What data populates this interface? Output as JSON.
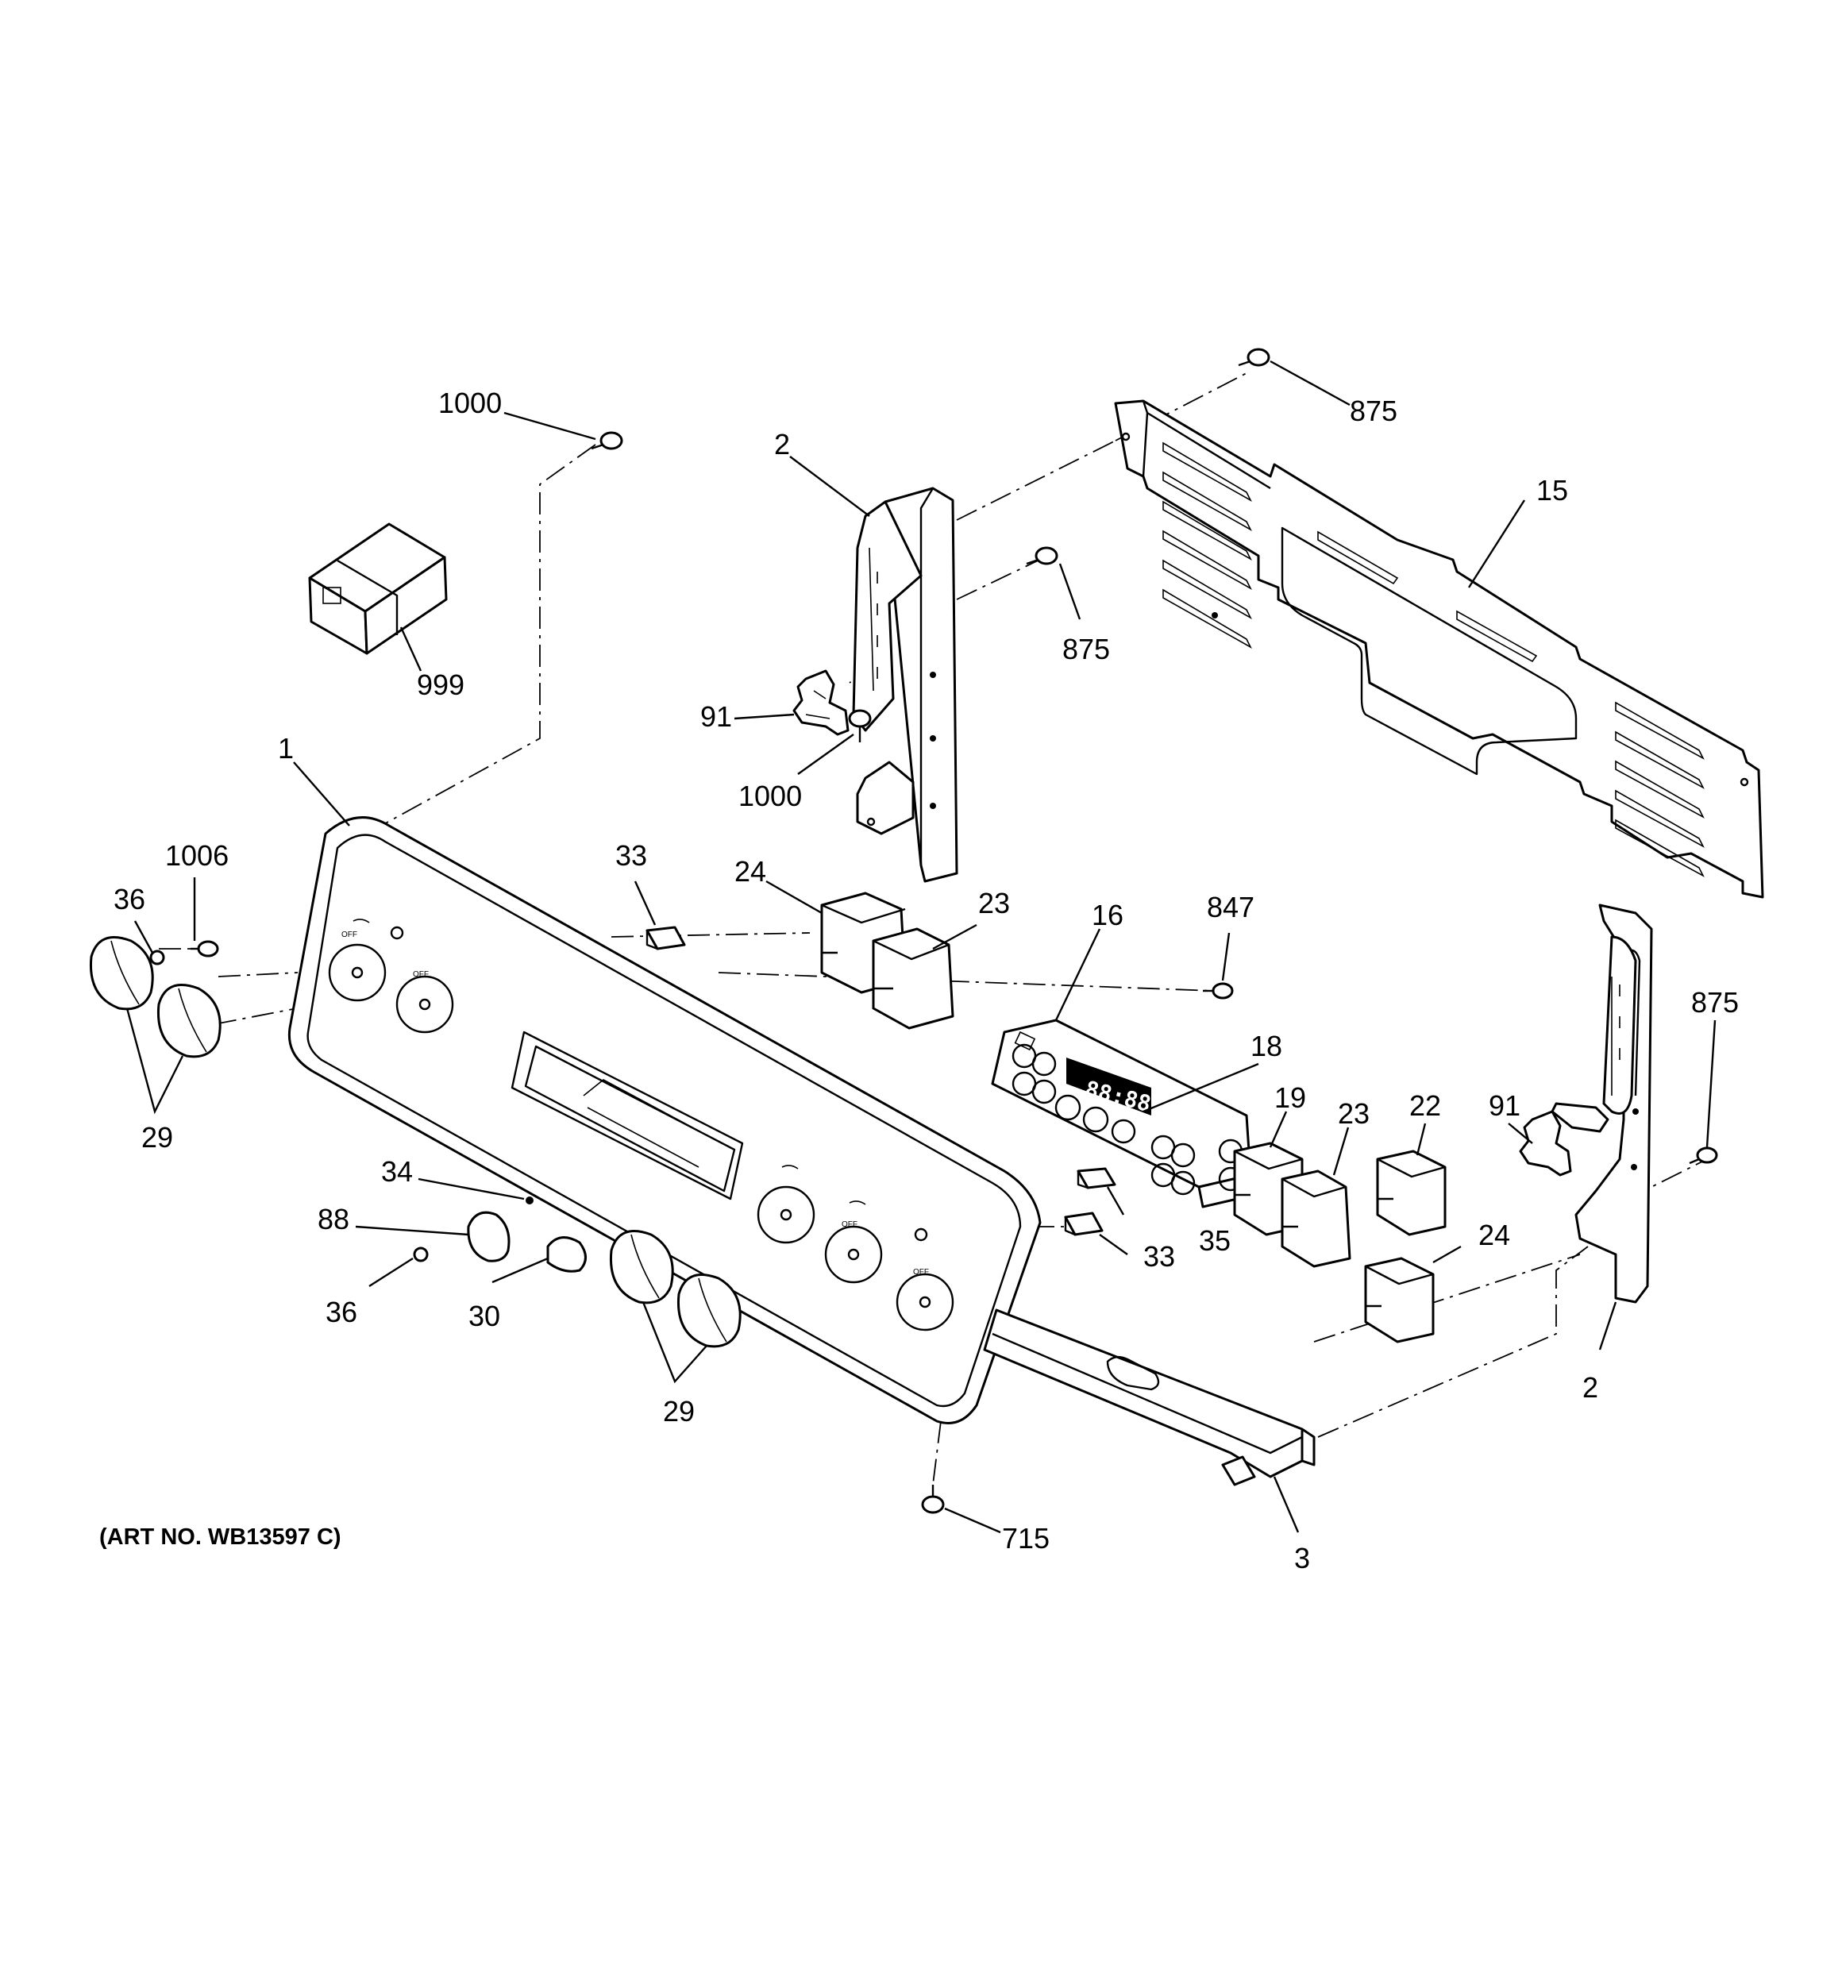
{
  "callouts": {
    "c1000_top": "1000",
    "c875_top": "875",
    "c2_left": "2",
    "c15": "15",
    "c875_mid": "875",
    "c999": "999",
    "c91_left": "91",
    "c1000_mid": "1000",
    "c1": "1",
    "c1006": "1006",
    "c36_top": "36",
    "c33_top": "33",
    "c24_top": "24",
    "c23_top": "23",
    "c16": "16",
    "c847": "847",
    "c875_right": "875",
    "c18": "18",
    "c29_top": "29",
    "c19": "19",
    "c23_right": "23",
    "c22": "22",
    "c91_right": "91",
    "c34": "34",
    "c35": "35",
    "c88": "88",
    "c33_bottom": "33",
    "c24_right": "24",
    "c36_bottom": "36",
    "c30": "30",
    "c29_bottom": "29",
    "c2_right": "2",
    "c715": "715",
    "c3": "3"
  },
  "art_number": "(ART NO. WB13597 C)",
  "control_display": {
    "digits": "88:88"
  },
  "icons": [
    "screw-icon",
    "knob-icon",
    "switch-icon",
    "box-icon"
  ]
}
